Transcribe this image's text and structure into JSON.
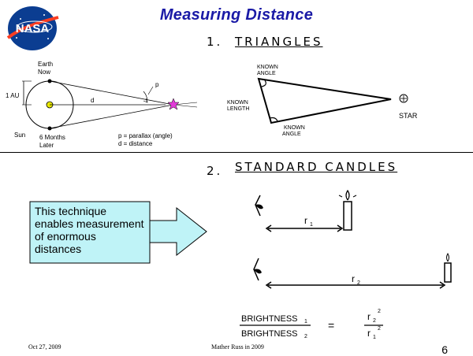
{
  "slide": {
    "title": "Measuring Distance",
    "logo_text": "NASA",
    "page_number": "6",
    "footer_left": "Oct 27, 2009",
    "footer_center": "Mather Russ in 2009"
  },
  "section1": {
    "heading_num": "1.",
    "heading": "TRIANGLES",
    "parallax_diagram": {
      "earth_now": [
        "Earth",
        "Now"
      ],
      "au_label": "1 AU",
      "sun_label": "Sun",
      "d_label": "d",
      "p_label": "p",
      "later": [
        "6 Months",
        "Later"
      ],
      "legend": [
        "p = parallax (angle)",
        "d = distance"
      ]
    },
    "sketch": {
      "known_angle_top": [
        "KNOWN",
        "ANGLE"
      ],
      "known_length": [
        "KNOWN",
        "LENGTH"
      ],
      "known_angle_bottom": [
        "KNOWN",
        "ANGLE"
      ],
      "star_label": "STAR"
    }
  },
  "section2": {
    "heading_num": "2.",
    "heading": "STANDARD CANDLES",
    "callout": "This technique enables measurement of enormous distances",
    "r1_label": "r",
    "r1_sub": "1",
    "r2_label": "r",
    "r2_sub": "2",
    "formula": {
      "num": "BRIGHTNESS",
      "num_sub": "1",
      "den": "BRIGHTNESS",
      "den_sub": "2",
      "eq": "=",
      "r_num": "r",
      "r_num_sub": "2",
      "r_num_sup": "2",
      "r_den": "r",
      "r_den_sub": "1",
      "r_den_sup": "2"
    }
  },
  "colors": {
    "title": "#1a1aa6",
    "nasa_blue": "#0b3d91",
    "nasa_red": "#fc3d21",
    "sun": "#e8e800",
    "star": "#e23bd8",
    "callout_fill": "#bff3f7",
    "arrow_fill": "#bff3f7"
  }
}
